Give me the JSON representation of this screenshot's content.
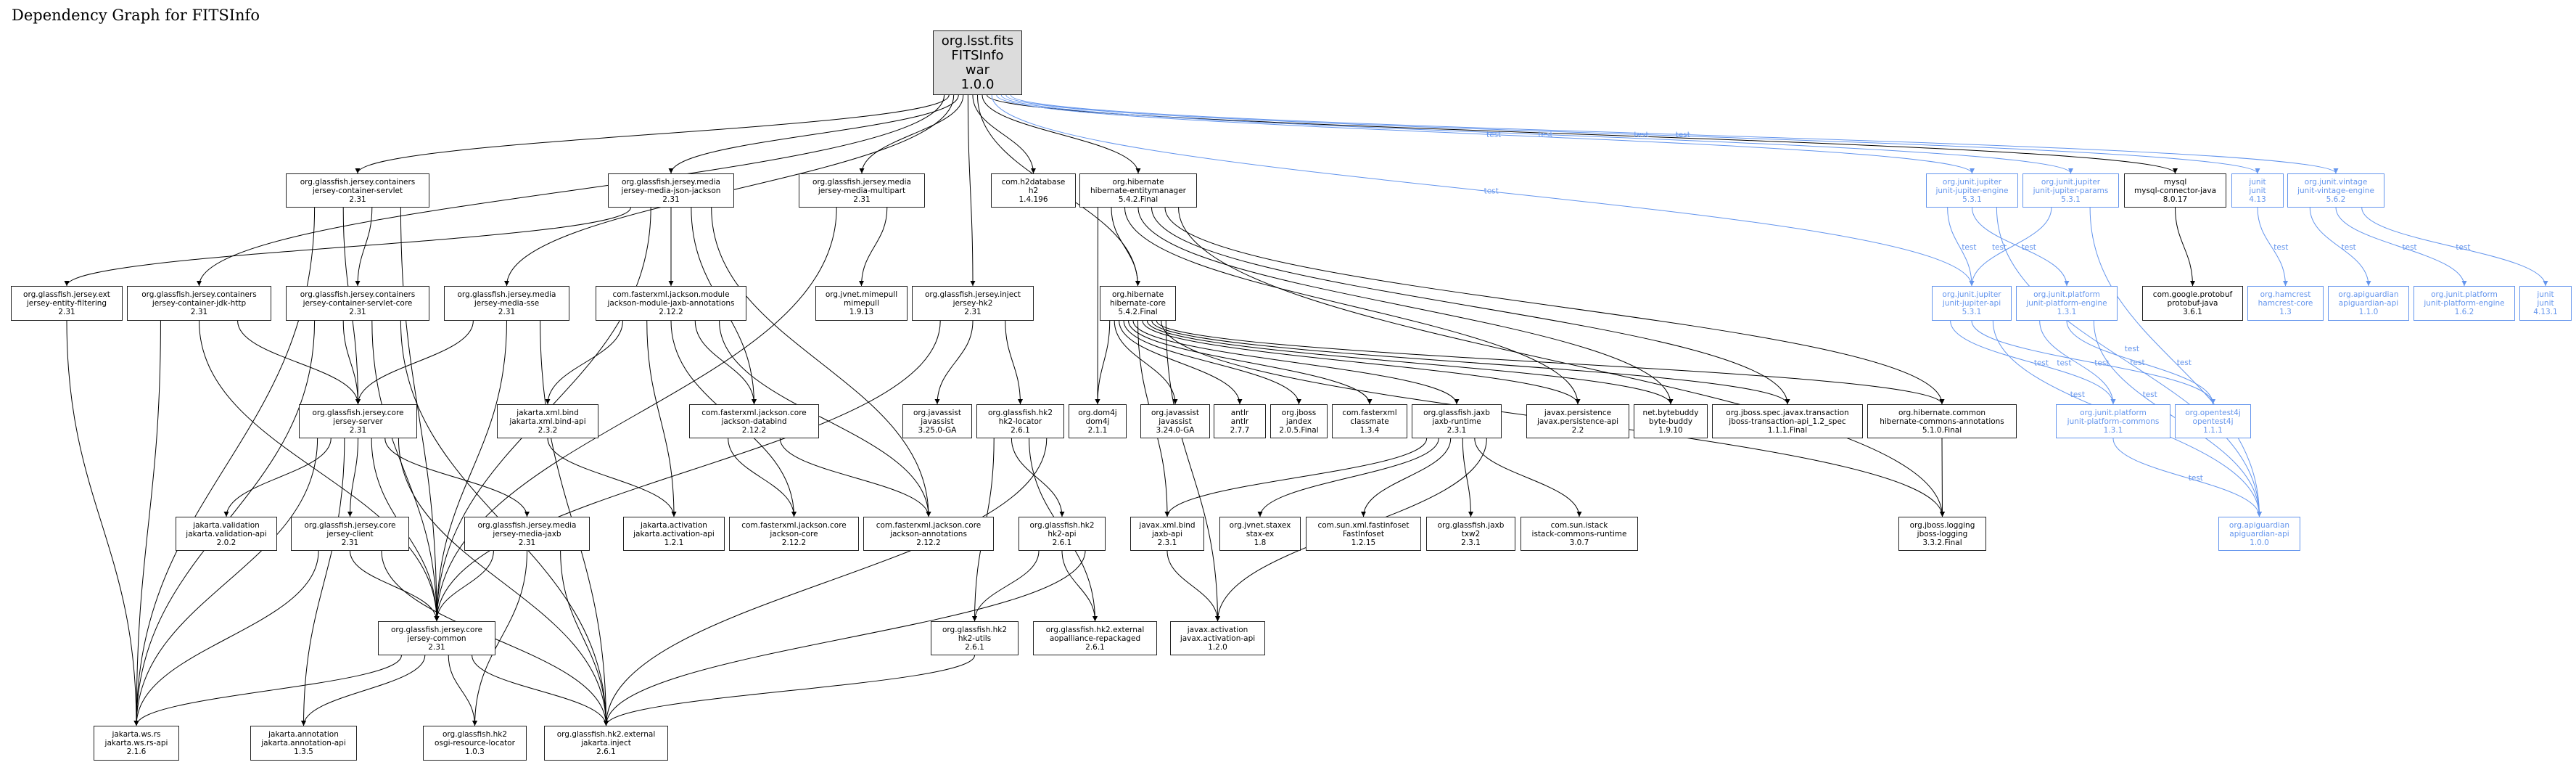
{
  "title": "Dependency Graph for FITSInfo",
  "colors": {
    "compile": "#000000",
    "test": "#6495ED",
    "root_fill": "#dcdcdc"
  },
  "nodes": [
    {
      "id": "root",
      "lines": [
        "org.lsst.fits",
        "FITSInfo",
        "war",
        "1.0.0"
      ],
      "scope": "root"
    },
    {
      "id": "jcs",
      "lines": [
        "org.glassfish.jersey.containers",
        "jersey-container-servlet",
        "2.31"
      ],
      "scope": "compile"
    },
    {
      "id": "mjj",
      "lines": [
        "org.glassfish.jersey.media",
        "jersey-media-json-jackson",
        "2.31"
      ],
      "scope": "compile"
    },
    {
      "id": "mmp",
      "lines": [
        "org.glassfish.jersey.media",
        "jersey-media-multipart",
        "2.31"
      ],
      "scope": "compile"
    },
    {
      "id": "h2",
      "lines": [
        "com.h2database",
        "h2",
        "1.4.196"
      ],
      "scope": "compile"
    },
    {
      "id": "hem",
      "lines": [
        "org.hibernate",
        "hibernate-entitymanager",
        "5.4.2.Final"
      ],
      "scope": "compile"
    },
    {
      "id": "jje",
      "lines": [
        "org.junit.jupiter",
        "junit-jupiter-engine",
        "5.3.1"
      ],
      "scope": "test"
    },
    {
      "id": "jjp",
      "lines": [
        "org.junit.jupiter",
        "junit-jupiter-params",
        "5.3.1"
      ],
      "scope": "test"
    },
    {
      "id": "mysql",
      "lines": [
        "mysql",
        "mysql-connector-java",
        "8.0.17"
      ],
      "scope": "compile"
    },
    {
      "id": "junit413",
      "lines": [
        "junit",
        "junit",
        "4.13"
      ],
      "scope": "test"
    },
    {
      "id": "jve",
      "lines": [
        "org.junit.vintage",
        "junit-vintage-engine",
        "5.6.2"
      ],
      "scope": "test"
    },
    {
      "id": "ef",
      "lines": [
        "org.glassfish.jersey.ext",
        "jersey-entity-filtering",
        "2.31"
      ],
      "scope": "compile"
    },
    {
      "id": "jdk",
      "lines": [
        "org.glassfish.jersey.containers",
        "jersey-container-jdk-http",
        "2.31"
      ],
      "scope": "compile"
    },
    {
      "id": "jcsc",
      "lines": [
        "org.glassfish.jersey.containers",
        "jersey-container-servlet-core",
        "2.31"
      ],
      "scope": "compile"
    },
    {
      "id": "sse",
      "lines": [
        "org.glassfish.jersey.media",
        "jersey-media-sse",
        "2.31"
      ],
      "scope": "compile"
    },
    {
      "id": "jaxbann",
      "lines": [
        "com.fasterxml.jackson.module",
        "jackson-module-jaxb-annotations",
        "2.12.2"
      ],
      "scope": "compile"
    },
    {
      "id": "mime",
      "lines": [
        "org.jvnet.mimepull",
        "mimepull",
        "1.9.13"
      ],
      "scope": "compile"
    },
    {
      "id": "jhk2",
      "lines": [
        "org.glassfish.jersey.inject",
        "jersey-hk2",
        "2.31"
      ],
      "scope": "compile"
    },
    {
      "id": "hcore",
      "lines": [
        "org.hibernate",
        "hibernate-core",
        "5.4.2.Final"
      ],
      "scope": "compile"
    },
    {
      "id": "jja",
      "lines": [
        "org.junit.jupiter",
        "junit-jupiter-api",
        "5.3.1"
      ],
      "scope": "test"
    },
    {
      "id": "jpe131",
      "lines": [
        "org.junit.platform",
        "junit-platform-engine",
        "1.3.1"
      ],
      "scope": "test"
    },
    {
      "id": "proto",
      "lines": [
        "com.google.protobuf",
        "protobuf-java",
        "3.6.1"
      ],
      "scope": "compile"
    },
    {
      "id": "hamcrest",
      "lines": [
        "org.hamcrest",
        "hamcrest-core",
        "1.3"
      ],
      "scope": "test"
    },
    {
      "id": "apig110",
      "lines": [
        "org.apiguardian",
        "apiguardian-api",
        "1.1.0"
      ],
      "scope": "test"
    },
    {
      "id": "jpe162",
      "lines": [
        "org.junit.platform",
        "junit-platform-engine",
        "1.6.2"
      ],
      "scope": "test"
    },
    {
      "id": "junit4131",
      "lines": [
        "junit",
        "junit",
        "4.13.1"
      ],
      "scope": "test"
    },
    {
      "id": "server",
      "lines": [
        "org.glassfish.jersey.core",
        "jersey-server",
        "2.31"
      ],
      "scope": "compile"
    },
    {
      "id": "xmlbind",
      "lines": [
        "jakarta.xml.bind",
        "jakarta.xml.bind-api",
        "2.3.2"
      ],
      "scope": "compile"
    },
    {
      "id": "databind",
      "lines": [
        "com.fasterxml.jackson.core",
        "jackson-databind",
        "2.12.2"
      ],
      "scope": "compile"
    },
    {
      "id": "jav325",
      "lines": [
        "org.javassist",
        "javassist",
        "3.25.0-GA"
      ],
      "scope": "compile"
    },
    {
      "id": "locator",
      "lines": [
        "org.glassfish.hk2",
        "hk2-locator",
        "2.6.1"
      ],
      "scope": "compile"
    },
    {
      "id": "dom4j",
      "lines": [
        "org.dom4j",
        "dom4j",
        "2.1.1"
      ],
      "scope": "compile"
    },
    {
      "id": "jav324",
      "lines": [
        "org.javassist",
        "javassist",
        "3.24.0-GA"
      ],
      "scope": "compile"
    },
    {
      "id": "antlr",
      "lines": [
        "antlr",
        "antlr",
        "2.7.7"
      ],
      "scope": "compile"
    },
    {
      "id": "jandex",
      "lines": [
        "org.jboss",
        "jandex",
        "2.0.5.Final"
      ],
      "scope": "compile"
    },
    {
      "id": "classmate",
      "lines": [
        "com.fasterxml",
        "classmate",
        "1.3.4"
      ],
      "scope": "compile"
    },
    {
      "id": "jaxbrt",
      "lines": [
        "org.glassfish.jaxb",
        "jaxb-runtime",
        "2.3.1"
      ],
      "scope": "compile"
    },
    {
      "id": "persist",
      "lines": [
        "javax.persistence",
        "javax.persistence-api",
        "2.2"
      ],
      "scope": "compile"
    },
    {
      "id": "bytebuddy",
      "lines": [
        "net.bytebuddy",
        "byte-buddy",
        "1.9.10"
      ],
      "scope": "compile"
    },
    {
      "id": "jta",
      "lines": [
        "org.jboss.spec.javax.transaction",
        "jboss-transaction-api_1.2_spec",
        "1.1.1.Final"
      ],
      "scope": "compile"
    },
    {
      "id": "hca",
      "lines": [
        "org.hibernate.common",
        "hibernate-commons-annotations",
        "5.1.0.Final"
      ],
      "scope": "compile"
    },
    {
      "id": "jpc",
      "lines": [
        "org.junit.platform",
        "junit-platform-commons",
        "1.3.1"
      ],
      "scope": "test"
    },
    {
      "id": "ot4j",
      "lines": [
        "org.opentest4j",
        "opentest4j",
        "1.1.1"
      ],
      "scope": "test"
    },
    {
      "id": "validation",
      "lines": [
        "jakarta.validation",
        "jakarta.validation-api",
        "2.0.2"
      ],
      "scope": "compile"
    },
    {
      "id": "client",
      "lines": [
        "org.glassfish.jersey.core",
        "jersey-client",
        "2.31"
      ],
      "scope": "compile"
    },
    {
      "id": "mjaxb",
      "lines": [
        "org.glassfish.jersey.media",
        "jersey-media-jaxb",
        "2.31"
      ],
      "scope": "compile"
    },
    {
      "id": "jact121",
      "lines": [
        "jakarta.activation",
        "jakarta.activation-api",
        "1.2.1"
      ],
      "scope": "compile"
    },
    {
      "id": "jcore",
      "lines": [
        "com.fasterxml.jackson.core",
        "jackson-core",
        "2.12.2"
      ],
      "scope": "compile"
    },
    {
      "id": "jann",
      "lines": [
        "com.fasterxml.jackson.core",
        "jackson-annotations",
        "2.12.2"
      ],
      "scope": "compile"
    },
    {
      "id": "hk2api",
      "lines": [
        "org.glassfish.hk2",
        "hk2-api",
        "2.6.1"
      ],
      "scope": "compile"
    },
    {
      "id": "jaxbapi",
      "lines": [
        "javax.xml.bind",
        "jaxb-api",
        "2.3.1"
      ],
      "scope": "compile"
    },
    {
      "id": "staxex",
      "lines": [
        "org.jvnet.staxex",
        "stax-ex",
        "1.8"
      ],
      "scope": "compile"
    },
    {
      "id": "fi",
      "lines": [
        "com.sun.xml.fastinfoset",
        "FastInfoset",
        "1.2.15"
      ],
      "scope": "compile"
    },
    {
      "id": "txw2",
      "lines": [
        "org.glassfish.jaxb",
        "txw2",
        "2.3.1"
      ],
      "scope": "compile"
    },
    {
      "id": "istack",
      "lines": [
        "com.sun.istack",
        "istack-commons-runtime",
        "3.0.7"
      ],
      "scope": "compile"
    },
    {
      "id": "jbl",
      "lines": [
        "org.jboss.logging",
        "jboss-logging",
        "3.3.2.Final"
      ],
      "scope": "compile"
    },
    {
      "id": "apig100",
      "lines": [
        "org.apiguardian",
        "apiguardian-api",
        "1.0.0"
      ],
      "scope": "test"
    },
    {
      "id": "common",
      "lines": [
        "org.glassfish.jersey.core",
        "jersey-common",
        "2.31"
      ],
      "scope": "compile"
    },
    {
      "id": "hk2utils",
      "lines": [
        "org.glassfish.hk2",
        "hk2-utils",
        "2.6.1"
      ],
      "scope": "compile"
    },
    {
      "id": "aop",
      "lines": [
        "org.glassfish.hk2.external",
        "aopalliance-repackaged",
        "2.6.1"
      ],
      "scope": "compile"
    },
    {
      "id": "jact120",
      "lines": [
        "javax.activation",
        "javax.activation-api",
        "1.2.0"
      ],
      "scope": "compile"
    },
    {
      "id": "wsrs",
      "lines": [
        "jakarta.ws.rs",
        "jakarta.ws.rs-api",
        "2.1.6"
      ],
      "scope": "compile"
    },
    {
      "id": "annot",
      "lines": [
        "jakarta.annotation",
        "jakarta.annotation-api",
        "1.3.5"
      ],
      "scope": "compile"
    },
    {
      "id": "osgi",
      "lines": [
        "org.glassfish.hk2",
        "osgi-resource-locator",
        "1.0.3"
      ],
      "scope": "compile"
    },
    {
      "id": "inject",
      "lines": [
        "org.glassfish.hk2.external",
        "jakarta.inject",
        "2.6.1"
      ],
      "scope": "compile"
    }
  ],
  "edges": [
    {
      "from": "root",
      "to": "jdk"
    },
    {
      "from": "root",
      "to": "jcs"
    },
    {
      "from": "root",
      "to": "sse"
    },
    {
      "from": "root",
      "to": "mjj"
    },
    {
      "from": "root",
      "to": "mmp"
    },
    {
      "from": "root",
      "to": "jhk2"
    },
    {
      "from": "root",
      "to": "h2"
    },
    {
      "from": "root",
      "to": "hcore"
    },
    {
      "from": "root",
      "to": "hem"
    },
    {
      "from": "root",
      "to": "mysql"
    },
    {
      "from": "root",
      "to": "jja",
      "label": "test"
    },
    {
      "from": "root",
      "to": "jje",
      "label": "test"
    },
    {
      "from": "root",
      "to": "jjp",
      "label": "test"
    },
    {
      "from": "root",
      "to": "junit413",
      "label": "test"
    },
    {
      "from": "root",
      "to": "jve",
      "label": "test"
    },
    {
      "from": "jcs",
      "to": "wsrs"
    },
    {
      "from": "jcs",
      "to": "server"
    },
    {
      "from": "jcs",
      "to": "jcsc"
    },
    {
      "from": "jcs",
      "to": "common"
    },
    {
      "from": "mjj",
      "to": "ef"
    },
    {
      "from": "mjj",
      "to": "common"
    },
    {
      "from": "mjj",
      "to": "jaxbann"
    },
    {
      "from": "mjj",
      "to": "databind"
    },
    {
      "from": "mjj",
      "to": "jann"
    },
    {
      "from": "mmp",
      "to": "common"
    },
    {
      "from": "mmp",
      "to": "mime"
    },
    {
      "from": "hem",
      "to": "dom4j"
    },
    {
      "from": "hem",
      "to": "hcore"
    },
    {
      "from": "hem",
      "to": "persist"
    },
    {
      "from": "hem",
      "to": "bytebuddy"
    },
    {
      "from": "hem",
      "to": "jta"
    },
    {
      "from": "hem",
      "to": "hca"
    },
    {
      "from": "hem",
      "to": "jbl"
    },
    {
      "from": "jje",
      "to": "jja",
      "label": "test"
    },
    {
      "from": "jje",
      "to": "jpe131",
      "label": "test"
    },
    {
      "from": "jje",
      "to": "apig100",
      "label": "test"
    },
    {
      "from": "jjp",
      "to": "jja",
      "label": "test"
    },
    {
      "from": "jjp",
      "to": "apig100",
      "label": "test"
    },
    {
      "from": "mysql",
      "to": "proto"
    },
    {
      "from": "junit413",
      "to": "hamcrest",
      "label": "test"
    },
    {
      "from": "jve",
      "to": "apig110",
      "label": "test"
    },
    {
      "from": "jve",
      "to": "jpe162",
      "label": "test"
    },
    {
      "from": "jve",
      "to": "junit4131",
      "label": "test"
    },
    {
      "from": "ef",
      "to": "wsrs"
    },
    {
      "from": "jdk",
      "to": "wsrs"
    },
    {
      "from": "jdk",
      "to": "common"
    },
    {
      "from": "jdk",
      "to": "server"
    },
    {
      "from": "jcsc",
      "to": "wsrs"
    },
    {
      "from": "jcsc",
      "to": "server"
    },
    {
      "from": "jcsc",
      "to": "common"
    },
    {
      "from": "jcsc",
      "to": "inject"
    },
    {
      "from": "sse",
      "to": "server"
    },
    {
      "from": "sse",
      "to": "common"
    },
    {
      "from": "sse",
      "to": "inject"
    },
    {
      "from": "jaxbann",
      "to": "xmlbind"
    },
    {
      "from": "jaxbann",
      "to": "jact121"
    },
    {
      "from": "jaxbann",
      "to": "jcore"
    },
    {
      "from": "jaxbann",
      "to": "databind"
    },
    {
      "from": "jaxbann",
      "to": "jann"
    },
    {
      "from": "jhk2",
      "to": "common"
    },
    {
      "from": "jhk2",
      "to": "jav325"
    },
    {
      "from": "jhk2",
      "to": "locator"
    },
    {
      "from": "hcore",
      "to": "dom4j"
    },
    {
      "from": "hcore",
      "to": "jav324"
    },
    {
      "from": "hcore",
      "to": "antlr"
    },
    {
      "from": "hcore",
      "to": "jandex"
    },
    {
      "from": "hcore",
      "to": "classmate"
    },
    {
      "from": "hcore",
      "to": "jaxbrt"
    },
    {
      "from": "hcore",
      "to": "jaxbapi"
    },
    {
      "from": "hcore",
      "to": "persist"
    },
    {
      "from": "hcore",
      "to": "bytebuddy"
    },
    {
      "from": "hcore",
      "to": "jta"
    },
    {
      "from": "hcore",
      "to": "hca"
    },
    {
      "from": "hcore",
      "to": "jbl"
    },
    {
      "from": "hcore",
      "to": "jact120"
    },
    {
      "from": "jja",
      "to": "jpc",
      "label": "test"
    },
    {
      "from": "jja",
      "to": "ot4j",
      "label": "test"
    },
    {
      "from": "jja",
      "to": "apig100",
      "label": "test"
    },
    {
      "from": "jpe131",
      "to": "jpc",
      "label": "test"
    },
    {
      "from": "jpe131",
      "to": "ot4j",
      "label": "test"
    },
    {
      "from": "jpe131",
      "to": "apig100",
      "label": "test"
    },
    {
      "from": "server",
      "to": "wsrs"
    },
    {
      "from": "server",
      "to": "validation"
    },
    {
      "from": "server",
      "to": "annot"
    },
    {
      "from": "server",
      "to": "client"
    },
    {
      "from": "server",
      "to": "common"
    },
    {
      "from": "server",
      "to": "mjaxb"
    },
    {
      "from": "server",
      "to": "inject"
    },
    {
      "from": "xmlbind",
      "to": "jact121"
    },
    {
      "from": "databind",
      "to": "jcore"
    },
    {
      "from": "databind",
      "to": "jann"
    },
    {
      "from": "locator",
      "to": "hk2utils"
    },
    {
      "from": "locator",
      "to": "hk2api"
    },
    {
      "from": "locator",
      "to": "aop"
    },
    {
      "from": "locator",
      "to": "inject"
    },
    {
      "from": "jaxbrt",
      "to": "jaxbapi"
    },
    {
      "from": "jaxbrt",
      "to": "staxex"
    },
    {
      "from": "jaxbrt",
      "to": "fi"
    },
    {
      "from": "jaxbrt",
      "to": "txw2"
    },
    {
      "from": "jaxbrt",
      "to": "istack"
    },
    {
      "from": "jaxbrt",
      "to": "jact120"
    },
    {
      "from": "hca",
      "to": "jbl"
    },
    {
      "from": "jpc",
      "to": "apig100",
      "label": "test"
    },
    {
      "from": "client",
      "to": "wsrs"
    },
    {
      "from": "client",
      "to": "common"
    },
    {
      "from": "client",
      "to": "inject"
    },
    {
      "from": "mjaxb",
      "to": "common"
    },
    {
      "from": "mjaxb",
      "to": "osgi"
    },
    {
      "from": "mjaxb",
      "to": "inject"
    },
    {
      "from": "hk2api",
      "to": "hk2utils"
    },
    {
      "from": "hk2api",
      "to": "aop"
    },
    {
      "from": "hk2api",
      "to": "inject"
    },
    {
      "from": "jaxbapi",
      "to": "jact120"
    },
    {
      "from": "common",
      "to": "wsrs"
    },
    {
      "from": "common",
      "to": "annot"
    },
    {
      "from": "common",
      "to": "osgi"
    },
    {
      "from": "common",
      "to": "inject"
    },
    {
      "from": "hk2utils",
      "to": "inject"
    }
  ]
}
